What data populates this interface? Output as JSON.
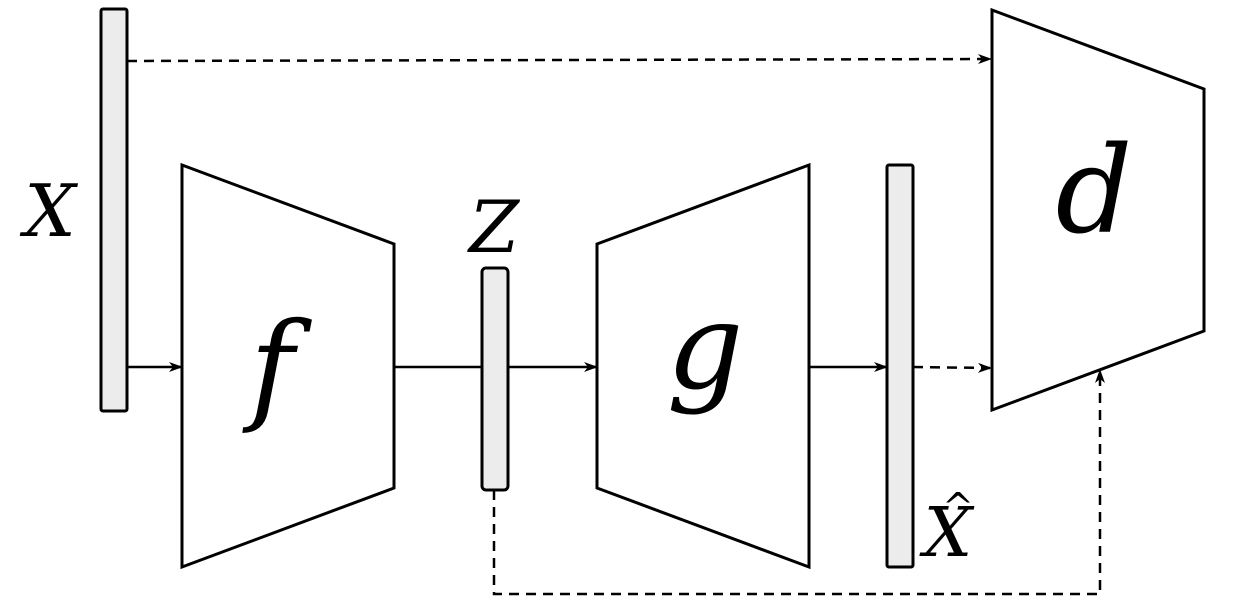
{
  "diagram": {
    "labels": {
      "x": "X",
      "z": "Z",
      "x_hat": "X",
      "x_hat_accent": "^",
      "f": "f",
      "g": "g",
      "d": "d"
    }
  }
}
